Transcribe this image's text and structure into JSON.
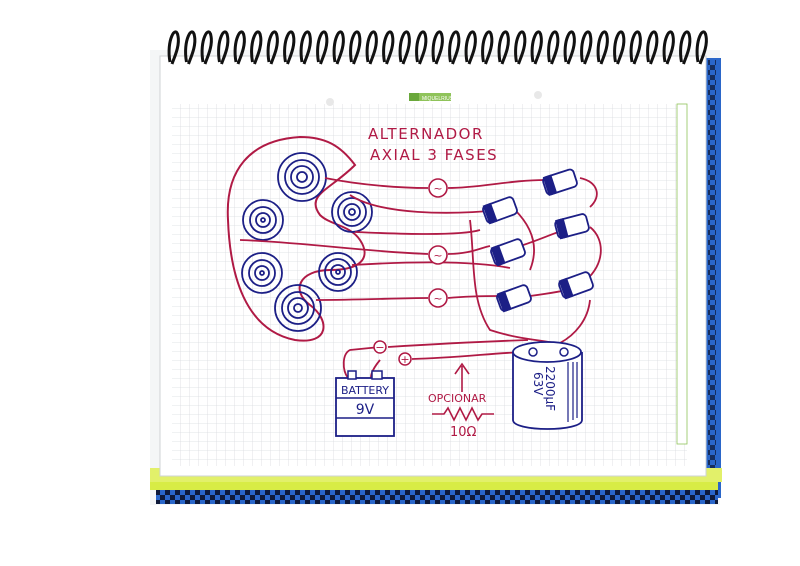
{
  "notebook": {
    "brand_tag": "MIQUELRIUS"
  },
  "diagram": {
    "title_line1": "ALTERNADOR",
    "title_line2": "AXIAL 3 FASES",
    "battery_label": "BATTERY",
    "battery_voltage": "9V",
    "capacitor_label_1": "2200µF",
    "capacitor_label_2": "63V",
    "optional_label": "OPCIONAR",
    "resistor_value": "10Ω",
    "minus_sign": "−",
    "plus_sign": "+",
    "ac_symbol": "~"
  },
  "colors": {
    "ink_red": "#b01a45",
    "ink_blue": "#1c1f86",
    "grid": "#d9dbe0",
    "spiral_black": "#111111",
    "cover_blue": "#2a66c9",
    "page_green": "#d8ec45"
  }
}
